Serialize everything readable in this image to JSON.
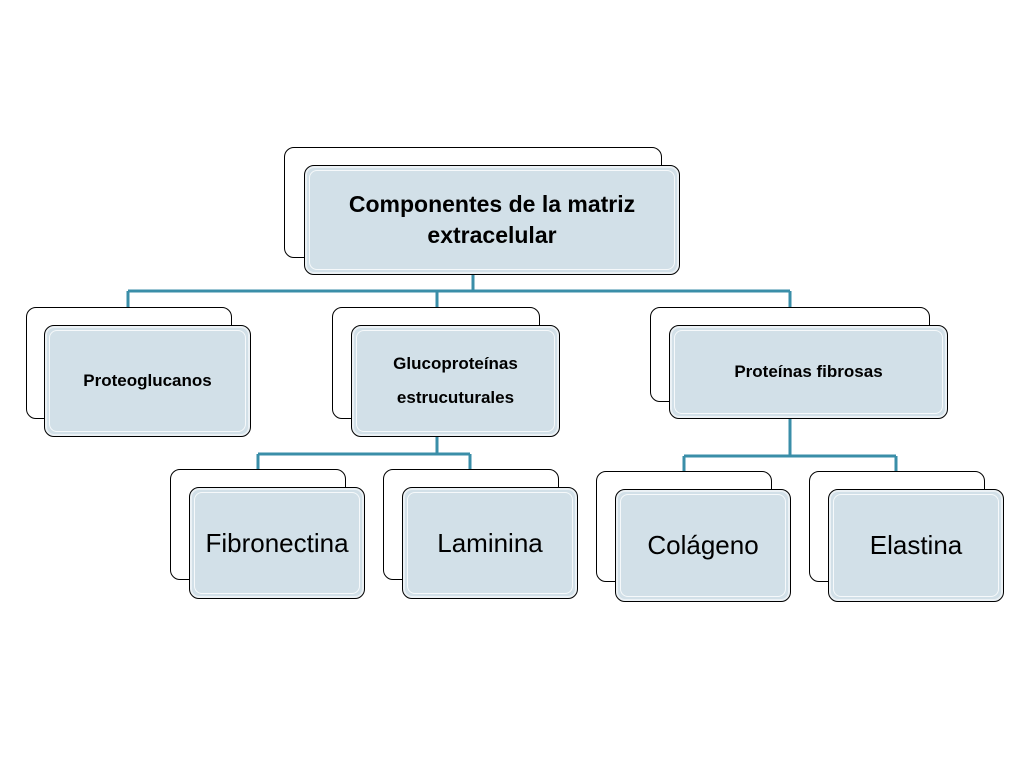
{
  "diagram": {
    "root": {
      "label_line1": "Componentes de la matriz",
      "label_line2": "extracelular"
    },
    "level1": [
      {
        "label": "Proteoglucanos"
      },
      {
        "label_line1": "Glucoproteínas",
        "label_line2": "estrucuturales"
      },
      {
        "label": "Proteínas fibrosas"
      }
    ],
    "level2": [
      {
        "label": "Fibronectina"
      },
      {
        "label": "Laminina"
      },
      {
        "label": "Colágeno"
      },
      {
        "label": "Elastina"
      }
    ],
    "colors": {
      "connector": "#3a8ea8",
      "box_fill": "#d2e0e8",
      "box_border": "#000000"
    }
  }
}
